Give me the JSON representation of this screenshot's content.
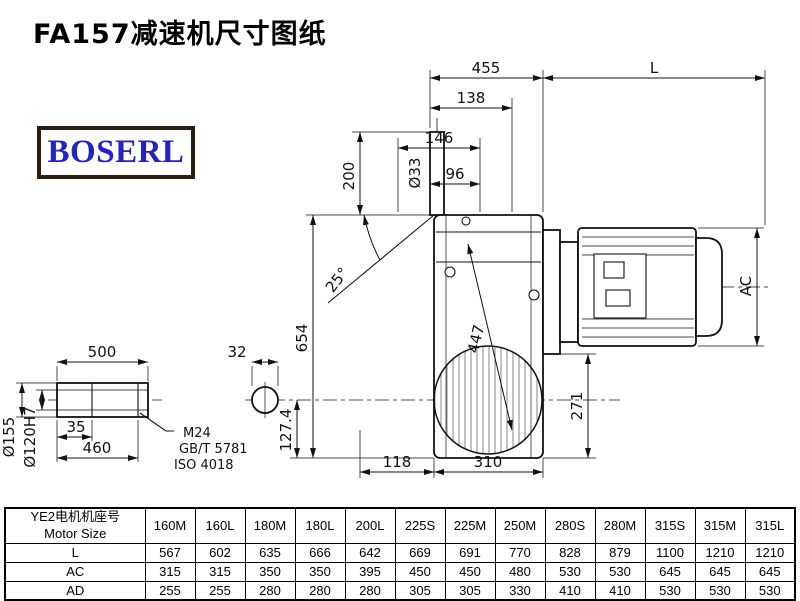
{
  "page": {
    "title": "FA157减速机尺寸图纸",
    "logo_text": "BOSERL"
  },
  "drawing": {
    "dims": {
      "d455": "455",
      "L": "L",
      "d138": "138",
      "d146": "146",
      "d96": "96",
      "d33": "Ø33",
      "d200": "200",
      "a25": "25°",
      "d654": "654",
      "d447": "447",
      "AC": "AC",
      "d271": "271",
      "d118": "118",
      "d310": "310",
      "d127": "127.4",
      "d32": "32",
      "d500": "500",
      "d35": "35",
      "d460": "460",
      "d155": "Ø155",
      "d120": "Ø120H7",
      "m24": "M24",
      "gbt": "GB/T 5781",
      "iso": "ISO 4018"
    }
  },
  "table": {
    "header_cn": "YE2电机机座号",
    "header_en": "Motor Size",
    "motor_sizes": [
      "160M",
      "160L",
      "180M",
      "180L",
      "200L",
      "225S",
      "225M",
      "250M",
      "280S",
      "280M",
      "315S",
      "315M",
      "315L"
    ],
    "rows": [
      {
        "label": "L",
        "values": [
          "567",
          "602",
          "635",
          "666",
          "642",
          "669",
          "691",
          "770",
          "828",
          "879",
          "1100",
          "1210",
          "1210"
        ]
      },
      {
        "label": "AC",
        "values": [
          "315",
          "315",
          "350",
          "350",
          "395",
          "450",
          "450",
          "480",
          "530",
          "530",
          "645",
          "645",
          "645"
        ]
      },
      {
        "label": "AD",
        "values": [
          "255",
          "255",
          "280",
          "280",
          "280",
          "305",
          "305",
          "330",
          "410",
          "410",
          "530",
          "530",
          "530"
        ]
      }
    ]
  }
}
